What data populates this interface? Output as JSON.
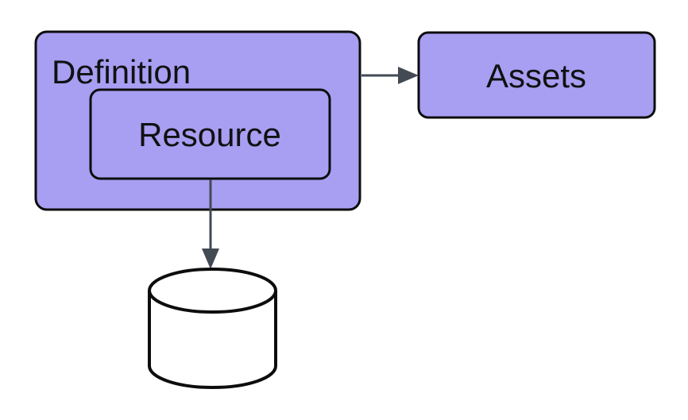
{
  "diagram": {
    "nodes": {
      "definition": {
        "label": "Definition"
      },
      "resource": {
        "label": "Resource",
        "parent": "definition"
      },
      "assets": {
        "label": "Assets"
      },
      "database": {
        "shape": "database-cylinder"
      }
    },
    "edges": [
      {
        "from": "definition",
        "to": "assets",
        "direction": "right"
      },
      {
        "from": "resource",
        "to": "database",
        "direction": "down"
      }
    ],
    "colors": {
      "node_fill": "#A89EF2",
      "node_border": "#0D0D0D",
      "arrow": "#434A54",
      "text": "#111111",
      "background": "#FFFFFF",
      "cylinder_fill": "#FFFFFF"
    }
  }
}
